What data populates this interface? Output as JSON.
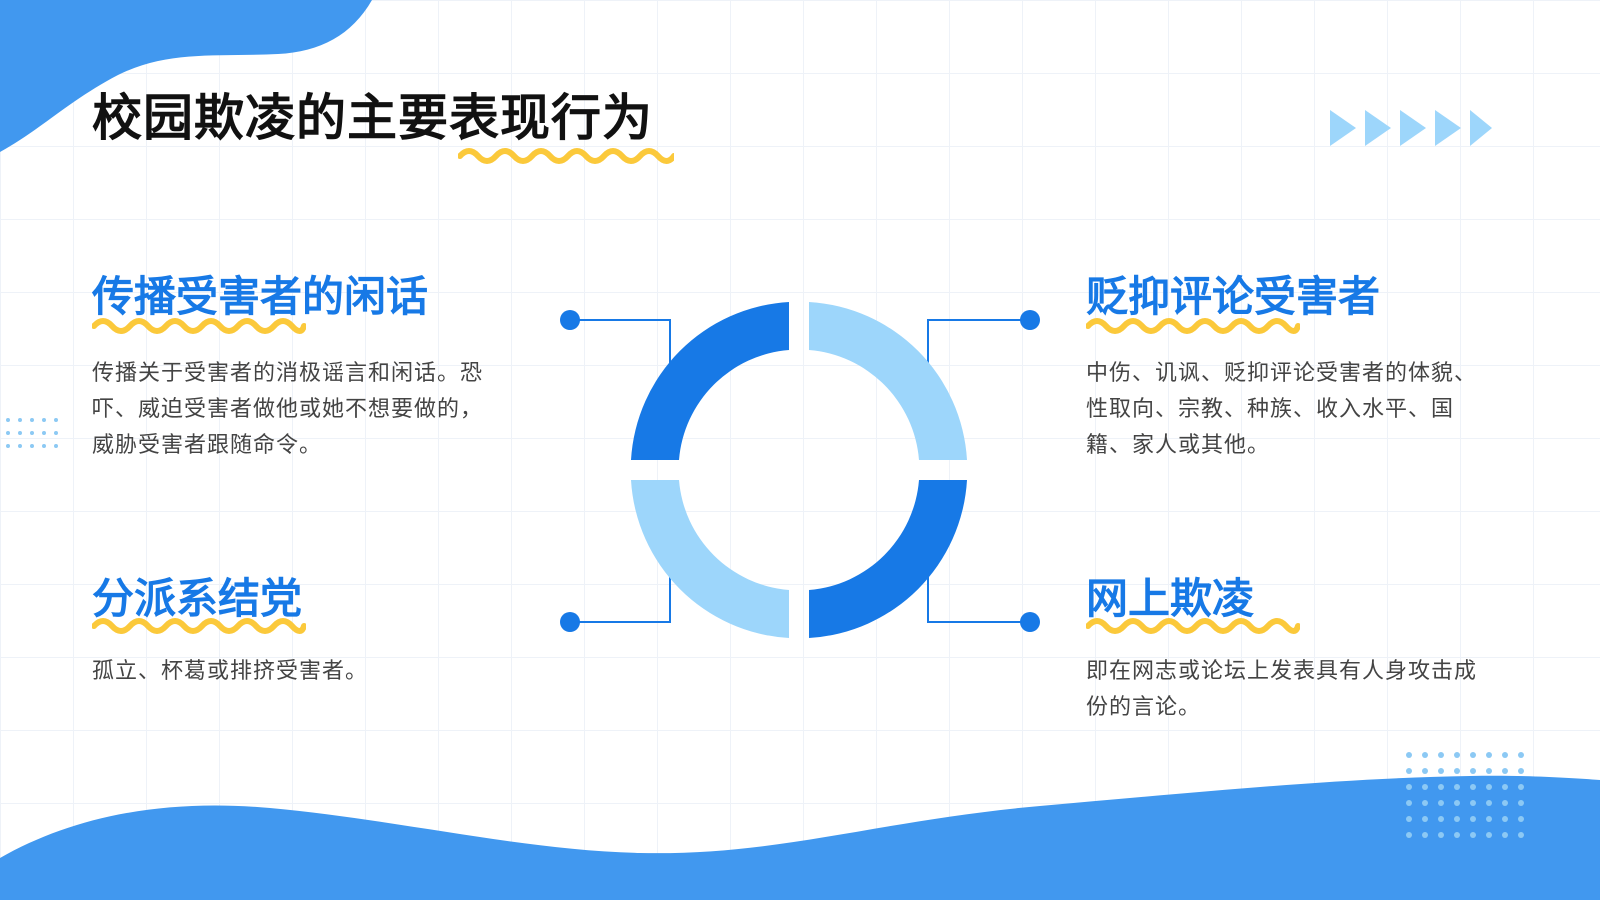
{
  "slide": {
    "title": "校园欺凌的主要表现行为",
    "colors": {
      "primary": "#1779e6",
      "light": "#9dd6fb",
      "accent": "#fbc93b",
      "wave": "#4198ef",
      "text": "#444444",
      "title": "#111111"
    },
    "sections": [
      {
        "title": "传播受害者的闲话",
        "body": "传播关于受害者的消极谣言和闲话。恐吓、威迫受害者做他或她不想要做的，威胁受害者跟随命令。"
      },
      {
        "title": "分派系结党",
        "body": "孤立、杯葛或排挤受害者。"
      },
      {
        "title": "贬抑评论受害者",
        "body": "中伤、讥讽、贬抑评论受害者的体貌、性取向、宗教、种族、收入水平、国籍、家人或其他。"
      },
      {
        "title": "网上欺凌",
        "body": "即在网志或论坛上发表具有人身攻击成份的言论。"
      }
    ]
  }
}
